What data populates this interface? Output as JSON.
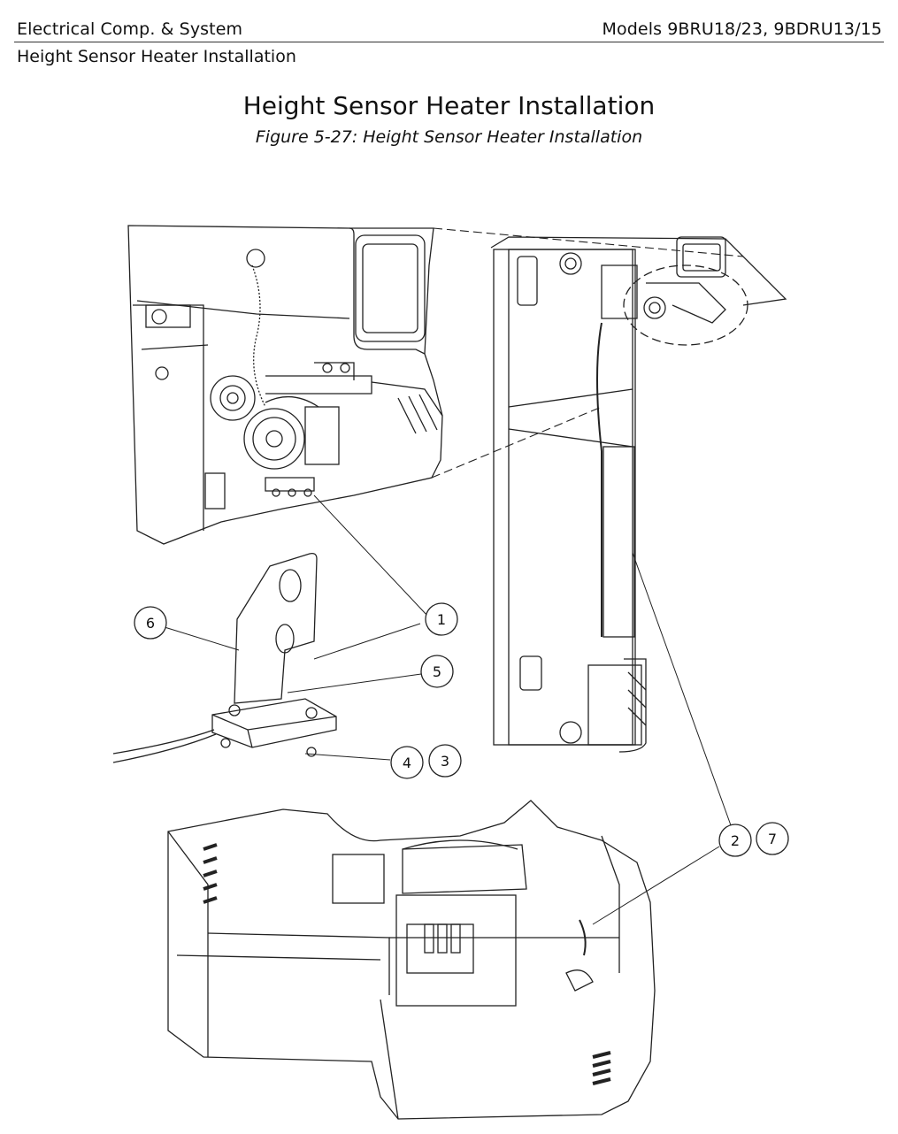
{
  "header": {
    "section": "Electrical Comp. & System",
    "models": "Models 9BRU18/23, 9BDRU13/15",
    "subsection": "Height Sensor Heater Installation"
  },
  "page_title": "Height Sensor Heater Installation",
  "figure_caption": "Figure 5-27: Height Sensor Heater Installation",
  "callouts": [
    "1",
    "2",
    "3",
    "4",
    "5",
    "6",
    "7"
  ]
}
